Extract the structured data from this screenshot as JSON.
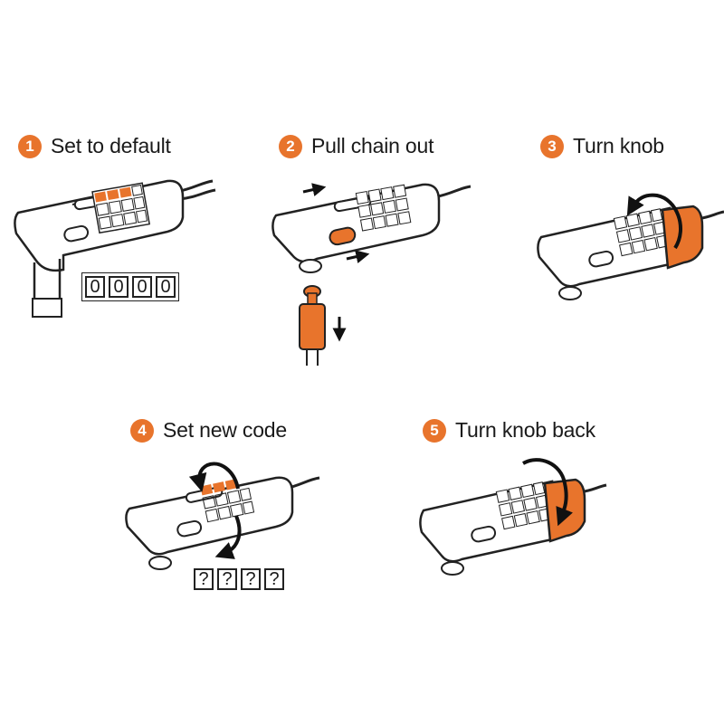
{
  "accent_color": "#e8742c",
  "steps": [
    {
      "number": "1",
      "title": "Set to default",
      "code": [
        "0",
        "0",
        "0",
        "0"
      ]
    },
    {
      "number": "2",
      "title": "Pull chain out"
    },
    {
      "number": "3",
      "title": "Turn knob"
    },
    {
      "number": "4",
      "title": "Set new code",
      "code": [
        "?",
        "?",
        "?",
        "?"
      ]
    },
    {
      "number": "5",
      "title": "Turn knob back"
    }
  ],
  "icons": [
    "lock-illustration",
    "arrow-right-icon",
    "arrow-down-icon",
    "rotate-arrow-icon"
  ]
}
